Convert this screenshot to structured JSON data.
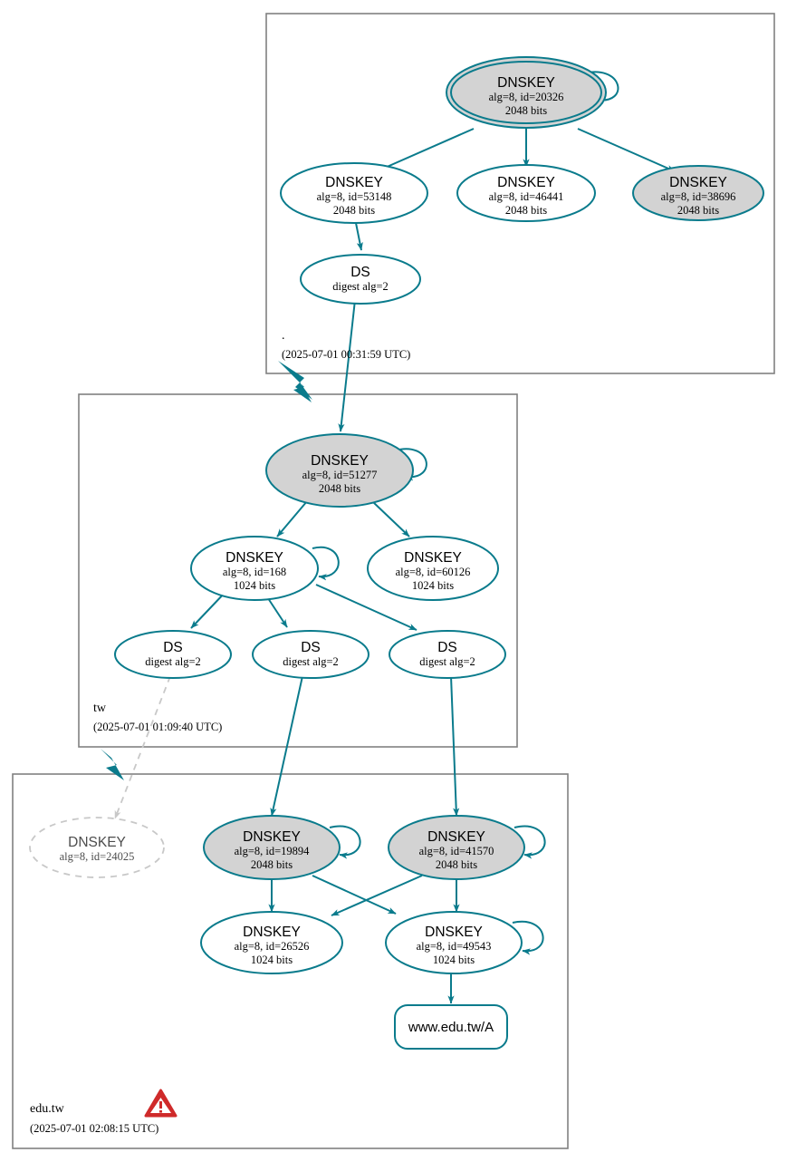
{
  "diagram": {
    "kind": "dnssec-chain-of-trust",
    "colors": {
      "edge_teal": "#0a7b8c",
      "node_shaded": "#d3d3d3",
      "node_unshaded": "#ffffff",
      "zone_border": "#808080",
      "insecure_grey": "#c8c8c8",
      "warning_red": "#cf2a2a"
    },
    "zones": [
      {
        "id": "root",
        "name": ".",
        "timestamp": "(2025-07-01 00:31:59 UTC)",
        "nodes": [
          {
            "id": "root-ksk",
            "type": "DNSKEY",
            "title": "DNSKEY",
            "line2": "alg=8, id=20326",
            "line3": "2048 bits",
            "shaded": true,
            "trust_anchor": true,
            "self_signed": true
          },
          {
            "id": "root-53148",
            "type": "DNSKEY",
            "title": "DNSKEY",
            "line2": "alg=8, id=53148",
            "line3": "2048 bits",
            "shaded": false,
            "trust_anchor": false,
            "self_signed": false
          },
          {
            "id": "root-46441",
            "type": "DNSKEY",
            "title": "DNSKEY",
            "line2": "alg=8, id=46441",
            "line3": "2048 bits",
            "shaded": false,
            "trust_anchor": false,
            "self_signed": false
          },
          {
            "id": "root-38696",
            "type": "DNSKEY",
            "title": "DNSKEY",
            "line2": "alg=8, id=38696",
            "line3": "2048 bits",
            "shaded": true,
            "trust_anchor": false,
            "self_signed": false
          },
          {
            "id": "root-ds-tw",
            "type": "DS",
            "title": "DS",
            "line2": "digest alg=2",
            "line3": "",
            "shaded": false,
            "trust_anchor": false,
            "self_signed": false
          }
        ]
      },
      {
        "id": "tw",
        "name": "tw",
        "timestamp": "(2025-07-01 01:09:40 UTC)",
        "nodes": [
          {
            "id": "tw-51277",
            "type": "DNSKEY",
            "title": "DNSKEY",
            "line2": "alg=8, id=51277",
            "line3": "2048 bits",
            "shaded": true,
            "trust_anchor": false,
            "self_signed": true
          },
          {
            "id": "tw-168",
            "type": "DNSKEY",
            "title": "DNSKEY",
            "line2": "alg=8, id=168",
            "line3": "1024 bits",
            "shaded": false,
            "trust_anchor": false,
            "self_signed": true
          },
          {
            "id": "tw-60126",
            "type": "DNSKEY",
            "title": "DNSKEY",
            "line2": "alg=8, id=60126",
            "line3": "1024 bits",
            "shaded": false,
            "trust_anchor": false,
            "self_signed": false
          },
          {
            "id": "tw-ds-1",
            "type": "DS",
            "title": "DS",
            "line2": "digest alg=2",
            "line3": "",
            "shaded": false,
            "trust_anchor": false,
            "self_signed": false
          },
          {
            "id": "tw-ds-2",
            "type": "DS",
            "title": "DS",
            "line2": "digest alg=2",
            "line3": "",
            "shaded": false,
            "trust_anchor": false,
            "self_signed": false
          },
          {
            "id": "tw-ds-3",
            "type": "DS",
            "title": "DS",
            "line2": "digest alg=2",
            "line3": "",
            "shaded": false,
            "trust_anchor": false,
            "self_signed": false
          }
        ]
      },
      {
        "id": "edu.tw",
        "name": "edu.tw",
        "timestamp": "(2025-07-01 02:08:15 UTC)",
        "warning": true,
        "warning_icon": "warning-triangle-icon",
        "nodes": [
          {
            "id": "edu-24025",
            "type": "DNSKEY",
            "title": "DNSKEY",
            "line2": "alg=8, id=24025",
            "line3": "",
            "shaded": false,
            "insecure": true,
            "trust_anchor": false,
            "self_signed": false
          },
          {
            "id": "edu-19894",
            "type": "DNSKEY",
            "title": "DNSKEY",
            "line2": "alg=8, id=19894",
            "line3": "2048 bits",
            "shaded": true,
            "trust_anchor": false,
            "self_signed": true
          },
          {
            "id": "edu-41570",
            "type": "DNSKEY",
            "title": "DNSKEY",
            "line2": "alg=8, id=41570",
            "line3": "2048 bits",
            "shaded": true,
            "trust_anchor": false,
            "self_signed": true
          },
          {
            "id": "edu-26526",
            "type": "DNSKEY",
            "title": "DNSKEY",
            "line2": "alg=8, id=26526",
            "line3": "1024 bits",
            "shaded": false,
            "trust_anchor": false,
            "self_signed": false
          },
          {
            "id": "edu-49543",
            "type": "DNSKEY",
            "title": "DNSKEY",
            "line2": "alg=8, id=49543",
            "line3": "1024 bits",
            "shaded": false,
            "trust_anchor": false,
            "self_signed": true
          },
          {
            "id": "edu-rrset",
            "type": "RRSET",
            "title": "www.edu.tw/A",
            "line2": "",
            "line3": "",
            "shaded": false,
            "trust_anchor": false,
            "self_signed": false
          }
        ]
      }
    ]
  }
}
